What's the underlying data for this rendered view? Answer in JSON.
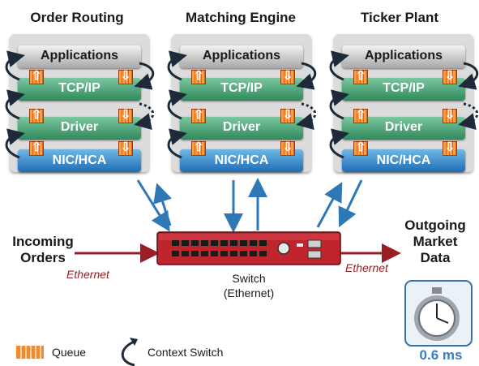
{
  "titles": [
    "Order Routing",
    "Matching Engine",
    "Ticker Plant"
  ],
  "layers": {
    "applications": "Applications",
    "tcpip": "TCP/IP",
    "driver": "Driver",
    "nic": "NIC/HCA"
  },
  "incoming": {
    "line1": "Incoming",
    "line2": "Orders"
  },
  "outgoing": {
    "line1": "Outgoing",
    "line2": "Market",
    "line3": "Data"
  },
  "ethernet_left": "Ethernet",
  "ethernet_right": "Ethernet",
  "switch": {
    "line1": "Switch",
    "line2": "(Ethernet)"
  },
  "legend": {
    "queue": "Queue",
    "context_switch": "Context Switch"
  },
  "latency": "0.6 ms",
  "colors": {
    "tcp": "#2f8a5a",
    "nic": "#1f6db5",
    "arrow_red": "#9a1e24",
    "arrow_blue": "#2e78b7",
    "queue": "#f28a2e"
  }
}
